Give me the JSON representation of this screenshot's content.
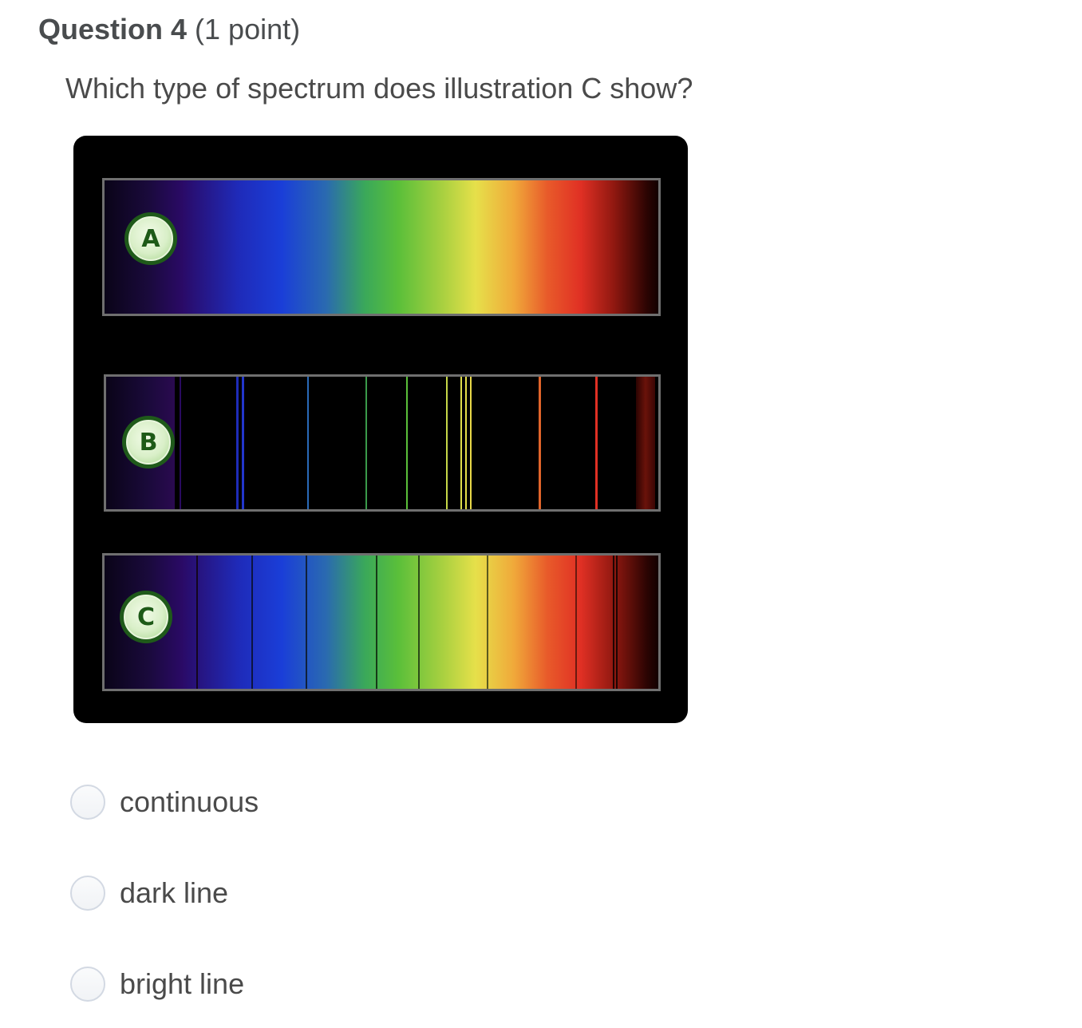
{
  "question": {
    "title": "Question 4",
    "points": "(1 point)",
    "prompt": "Which type of spectrum does illustration C show?"
  },
  "figure": {
    "labels": {
      "a": "A",
      "b": "B",
      "c": "C"
    },
    "badge_color": "#1f5a1a"
  },
  "options": [
    {
      "label": "continuous",
      "selected": false
    },
    {
      "label": "dark line",
      "selected": false
    },
    {
      "label": "bright line",
      "selected": false
    }
  ]
}
